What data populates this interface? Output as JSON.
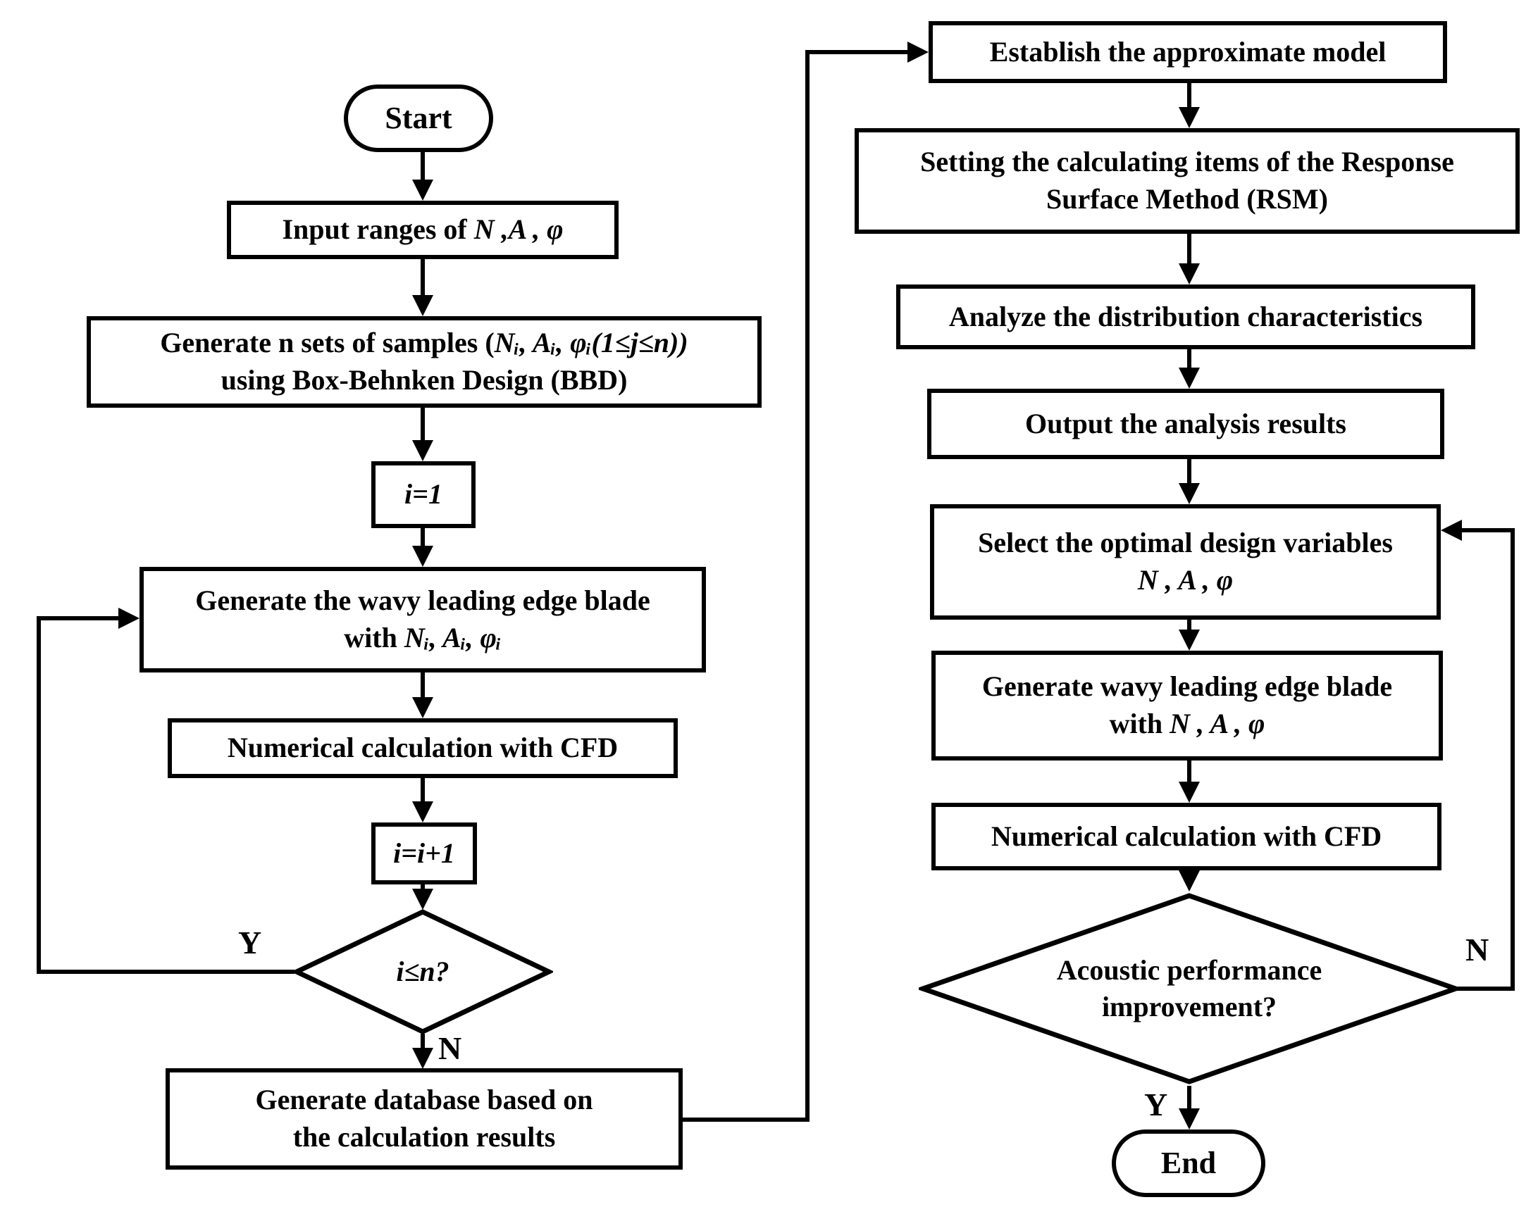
{
  "flowchart": {
    "nodes": {
      "start": {
        "label": "Start"
      },
      "input": {
        "prefix": "Input ranges of ",
        "vars": "N ,A , φ"
      },
      "bbd": {
        "line1_prefix": "Generate n sets of samples (",
        "line1_vars": "Nᵢ, Aᵢ,  φᵢ(1≤j≤n))",
        "line2": "using Box-Behnken Design (BBD)"
      },
      "i_init": {
        "label": "i=1"
      },
      "wavy": {
        "line1": "Generate the wavy leading edge blade",
        "line2_prefix": "with  ",
        "line2_vars": "Nᵢ, Aᵢ,  φᵢ"
      },
      "cfd_left": {
        "label": "Numerical calculation with CFD"
      },
      "i_incr": {
        "label": "i=i+1"
      },
      "loop_decision": {
        "label": "i≤n?"
      },
      "database": {
        "line1": "Generate database based on",
        "line2": "the calculation results"
      },
      "establish": {
        "label": "Establish the approximate model"
      },
      "rsm": {
        "line1": "Setting the calculating items of the Response",
        "line2": "Surface Method (RSM)"
      },
      "analyze": {
        "label": "Analyze the distribution characteristics"
      },
      "output": {
        "label": "Output the analysis results"
      },
      "select": {
        "line1": "Select the optimal design variables",
        "vars": "N , A ,  φ"
      },
      "generate_optimal": {
        "line1": "Generate wavy leading edge blade",
        "line2_prefix": "with ",
        "line2_vars": "N , A ,  φ"
      },
      "cfd_right": {
        "label": "Numerical calculation with CFD"
      },
      "improvement_decision": {
        "line1": "Acoustic performance",
        "line2": "improvement?"
      },
      "end": {
        "label": "End"
      }
    },
    "branch_labels": {
      "left_yes": "Y",
      "left_no": "N",
      "right_no": "N",
      "right_yes": "Y"
    },
    "colors": {
      "stroke": "#000000",
      "fill": "#ffffff"
    }
  }
}
